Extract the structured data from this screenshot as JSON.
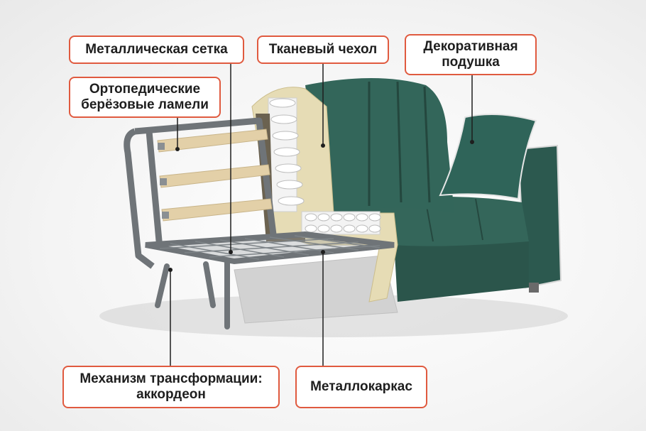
{
  "labels": {
    "metal_mesh": "Металлическая сетка",
    "fabric_cover": "Тканевый чехол",
    "decorative_pillow": "Декоративная\nподушка",
    "orthopedic_lamellas": "Ортопедические\nберёзовые ламели",
    "transformation_mechanism": "Механизм трансформации:\nаккордеон",
    "metal_frame": "Металлокаркас"
  },
  "colors": {
    "callout_border": "#e05a3f",
    "sofa_fabric": "#2f5e54",
    "frame_metal": "#6f7478",
    "lamella_wood": "#e3d0a8",
    "foam": "#e7deb9"
  }
}
